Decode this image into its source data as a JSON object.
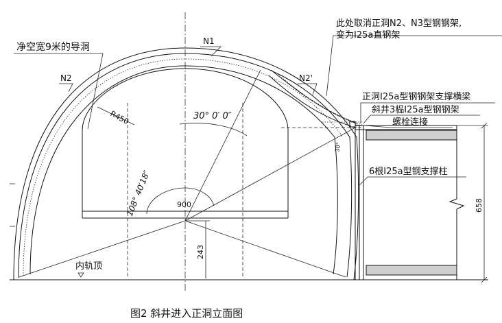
{
  "labels": {
    "guide_hole": "净空宽9米的导洞",
    "n1": "N1",
    "n2": "N2",
    "n2_prime": "N2'",
    "note_line1": "此处取消正洞N2、N3型钢钢架,",
    "note_line2": "变为I25a直钢架",
    "main_support_beam": "正洞I25a型钢钢架支撑横梁",
    "incline_frames": "斜井3榀I25a型钢钢架",
    "bolt_connection": "螺栓连接",
    "support_columns": "6根I25a型钢支撑柱",
    "radius": "R450",
    "angle_30": "30° 0′ 0″",
    "angle_108": "108° 40′18″",
    "dim_900": "900",
    "dim_243": "243",
    "dim_658": "658",
    "dim_30": "30°",
    "rail_top": "内轨顶",
    "caption": "图2  斜井进入正洞立面图"
  }
}
